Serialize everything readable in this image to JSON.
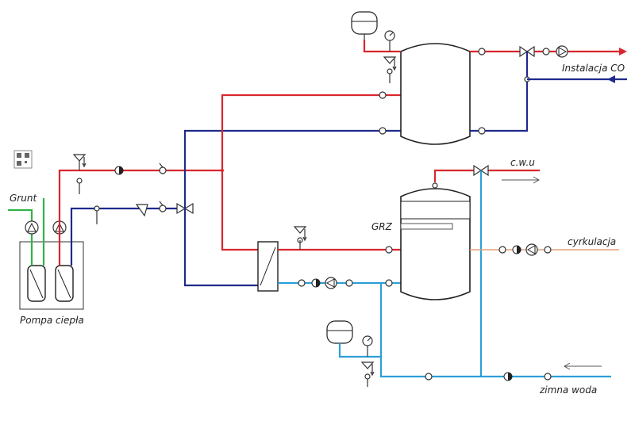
{
  "labels": {
    "grunt": "Grunt",
    "pompa": "Pompa ciepła",
    "instalacja": "Instalacja CO",
    "cwu": "c.w.u",
    "grz": "GRZ",
    "cyrkulacja": "cyrkulacja",
    "zimna": "zimna woda"
  },
  "colors": {
    "supply": "#d9272e",
    "return": "#1f2a8c",
    "cold_water": "#2c9fd8",
    "ground": "#2fb34a",
    "circulation": "#e3a07a"
  }
}
